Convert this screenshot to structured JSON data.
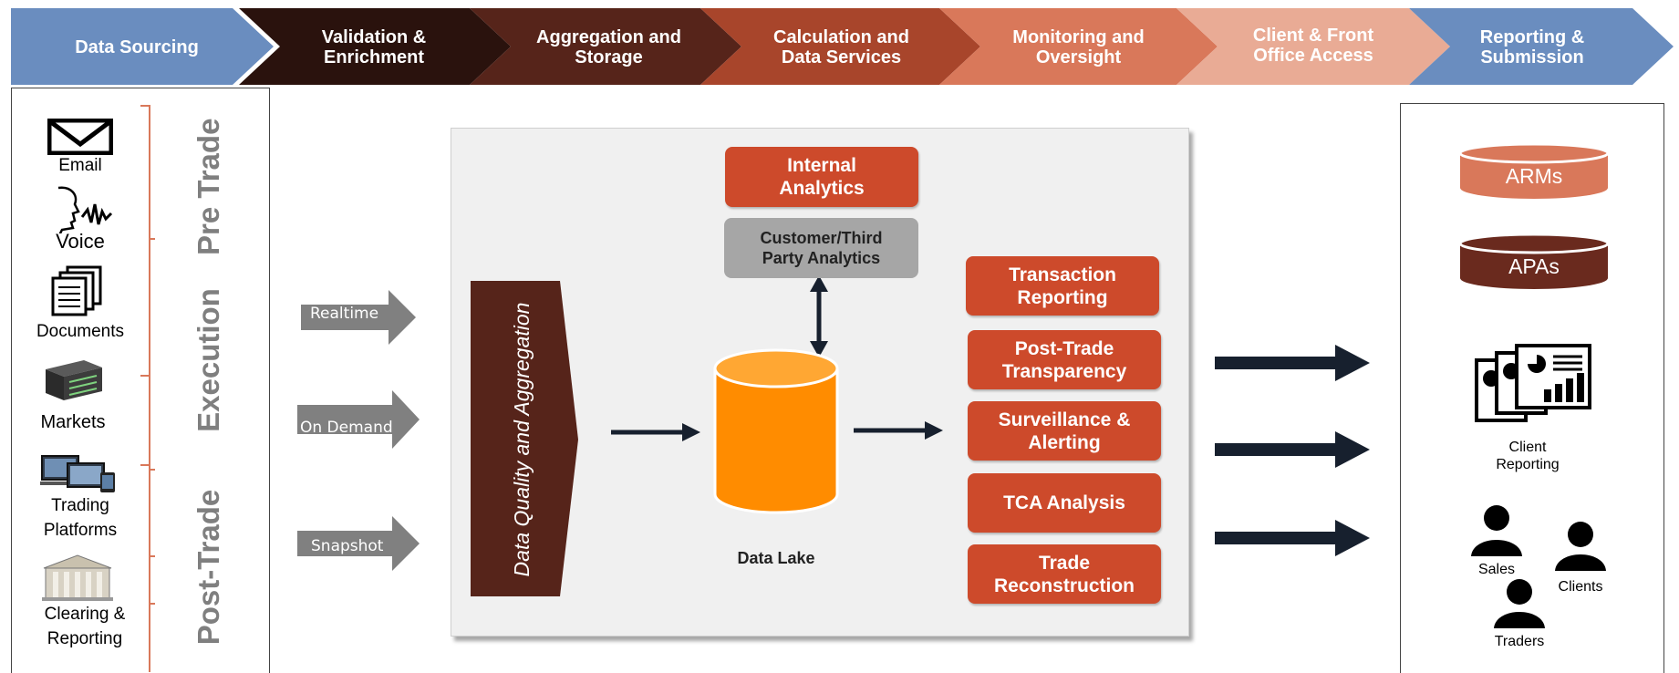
{
  "process_bar": {
    "stages": [
      {
        "label": "Data Sourcing",
        "color": "#6a8dbf"
      },
      {
        "label": "Validation &\nEnrichment",
        "color": "#2a120d"
      },
      {
        "label": "Aggregation and\nStorage",
        "color": "#56241a"
      },
      {
        "label": "Calculation and\nData Services",
        "color": "#a8452b"
      },
      {
        "label": "Monitoring and\nOversight",
        "color": "#d9785a"
      },
      {
        "label": "Client & Front\nOffice Access",
        "color": "#e9ab95"
      },
      {
        "label": "Reporting &\nSubmission",
        "color": "#6a8dbf"
      }
    ]
  },
  "sources": {
    "items": [
      {
        "label": "Email",
        "icon": "envelope-icon"
      },
      {
        "label": "Voice",
        "icon": "speaking-head-icon"
      },
      {
        "label": "Documents",
        "icon": "documents-icon"
      },
      {
        "label": "Markets",
        "icon": "server-icon"
      },
      {
        "label": "Trading\nPlatforms",
        "icon": "devices-icon"
      },
      {
        "label": "Clearing &\nReporting",
        "icon": "building-icon"
      }
    ],
    "phases": [
      "Pre Trade",
      "Execution",
      "Post-Trade"
    ],
    "bracket_color": "#d9785a"
  },
  "flows": {
    "labels": [
      "Realtime",
      "On Demand",
      "Snapshot"
    ],
    "arrow_color": "#808080"
  },
  "central": {
    "dqa_label": "Data Quality and Aggregation",
    "lake_label": "Data Lake",
    "internal_analytics": "Internal\nAnalytics",
    "third_party_analytics": "Customer/Third\nParty Analytics",
    "services": [
      "Transaction\nReporting",
      "Post-Trade\nTransparency",
      "Surveillance &\nAlerting",
      "TCA Analysis",
      "Trade\nReconstruction"
    ],
    "lake_color": "#ff8c00",
    "service_color": "#cd4a2b"
  },
  "outputs": {
    "arms": "ARMs",
    "apas": "APAs",
    "client_reporting": "Client\nReporting",
    "people": [
      "Sales",
      "Clients",
      "Traders"
    ]
  }
}
